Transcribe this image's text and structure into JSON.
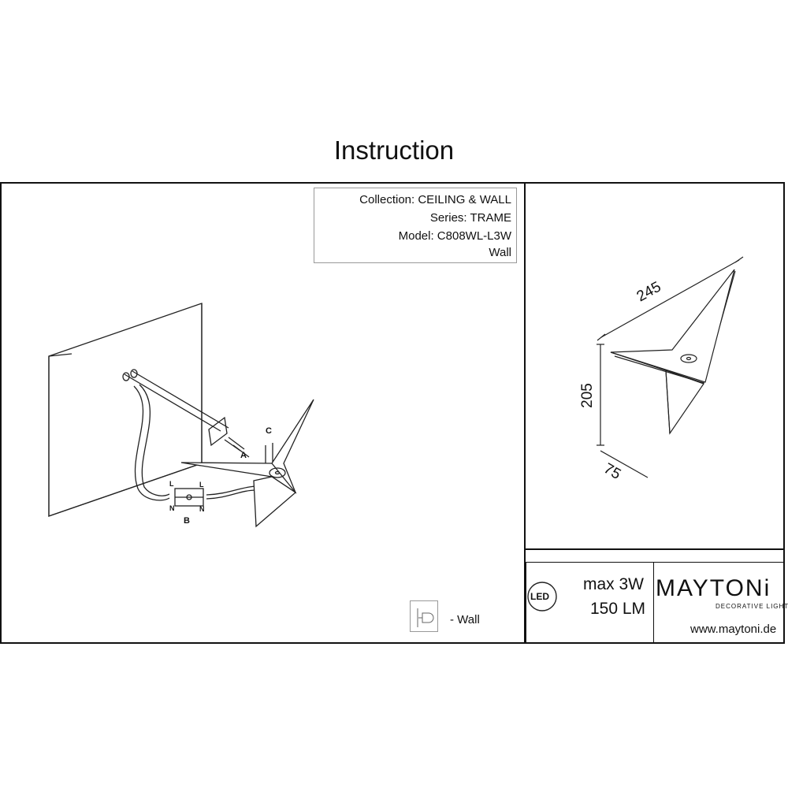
{
  "title": "Instruction",
  "info": {
    "collection": "Collection: CEILING & WALL",
    "series": "Series: TRAME",
    "model": "Model: C808WL-L3W",
    "type": "Wall"
  },
  "diagram_labels": {
    "a": "A",
    "b": "B",
    "c": "C",
    "l": "L",
    "n": "N"
  },
  "dimensions": {
    "width": "245",
    "height": "205",
    "depth": "75"
  },
  "specs": {
    "led": "LED",
    "power": "max 3W",
    "lumens": "150 LM"
  },
  "brand": {
    "name": "MAYTONi",
    "tagline": "DECORATIVE LIGHTING",
    "website": "www.maytoni.de"
  },
  "legend": {
    "wall": "- Wall"
  }
}
